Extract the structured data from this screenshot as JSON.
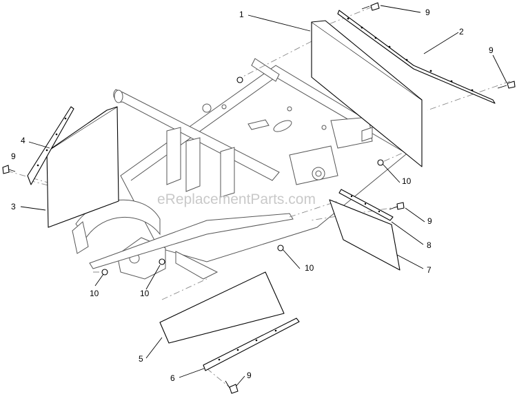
{
  "watermark": "eReplacementParts.com",
  "callouts": [
    {
      "id": "c1",
      "label": "1"
    },
    {
      "id": "c2",
      "label": "2"
    },
    {
      "id": "c9a",
      "label": "9"
    },
    {
      "id": "c9b",
      "label": "9"
    },
    {
      "id": "c4",
      "label": "4"
    },
    {
      "id": "c9c",
      "label": "9"
    },
    {
      "id": "c3",
      "label": "3"
    },
    {
      "id": "c10a",
      "label": "10"
    },
    {
      "id": "c9d",
      "label": "9"
    },
    {
      "id": "c8",
      "label": "8"
    },
    {
      "id": "c7",
      "label": "7"
    },
    {
      "id": "c10b",
      "label": "10"
    },
    {
      "id": "c10c",
      "label": "10"
    },
    {
      "id": "c10d",
      "label": "10"
    },
    {
      "id": "c5",
      "label": "5"
    },
    {
      "id": "c6",
      "label": "6"
    },
    {
      "id": "c9e",
      "label": "9"
    }
  ]
}
